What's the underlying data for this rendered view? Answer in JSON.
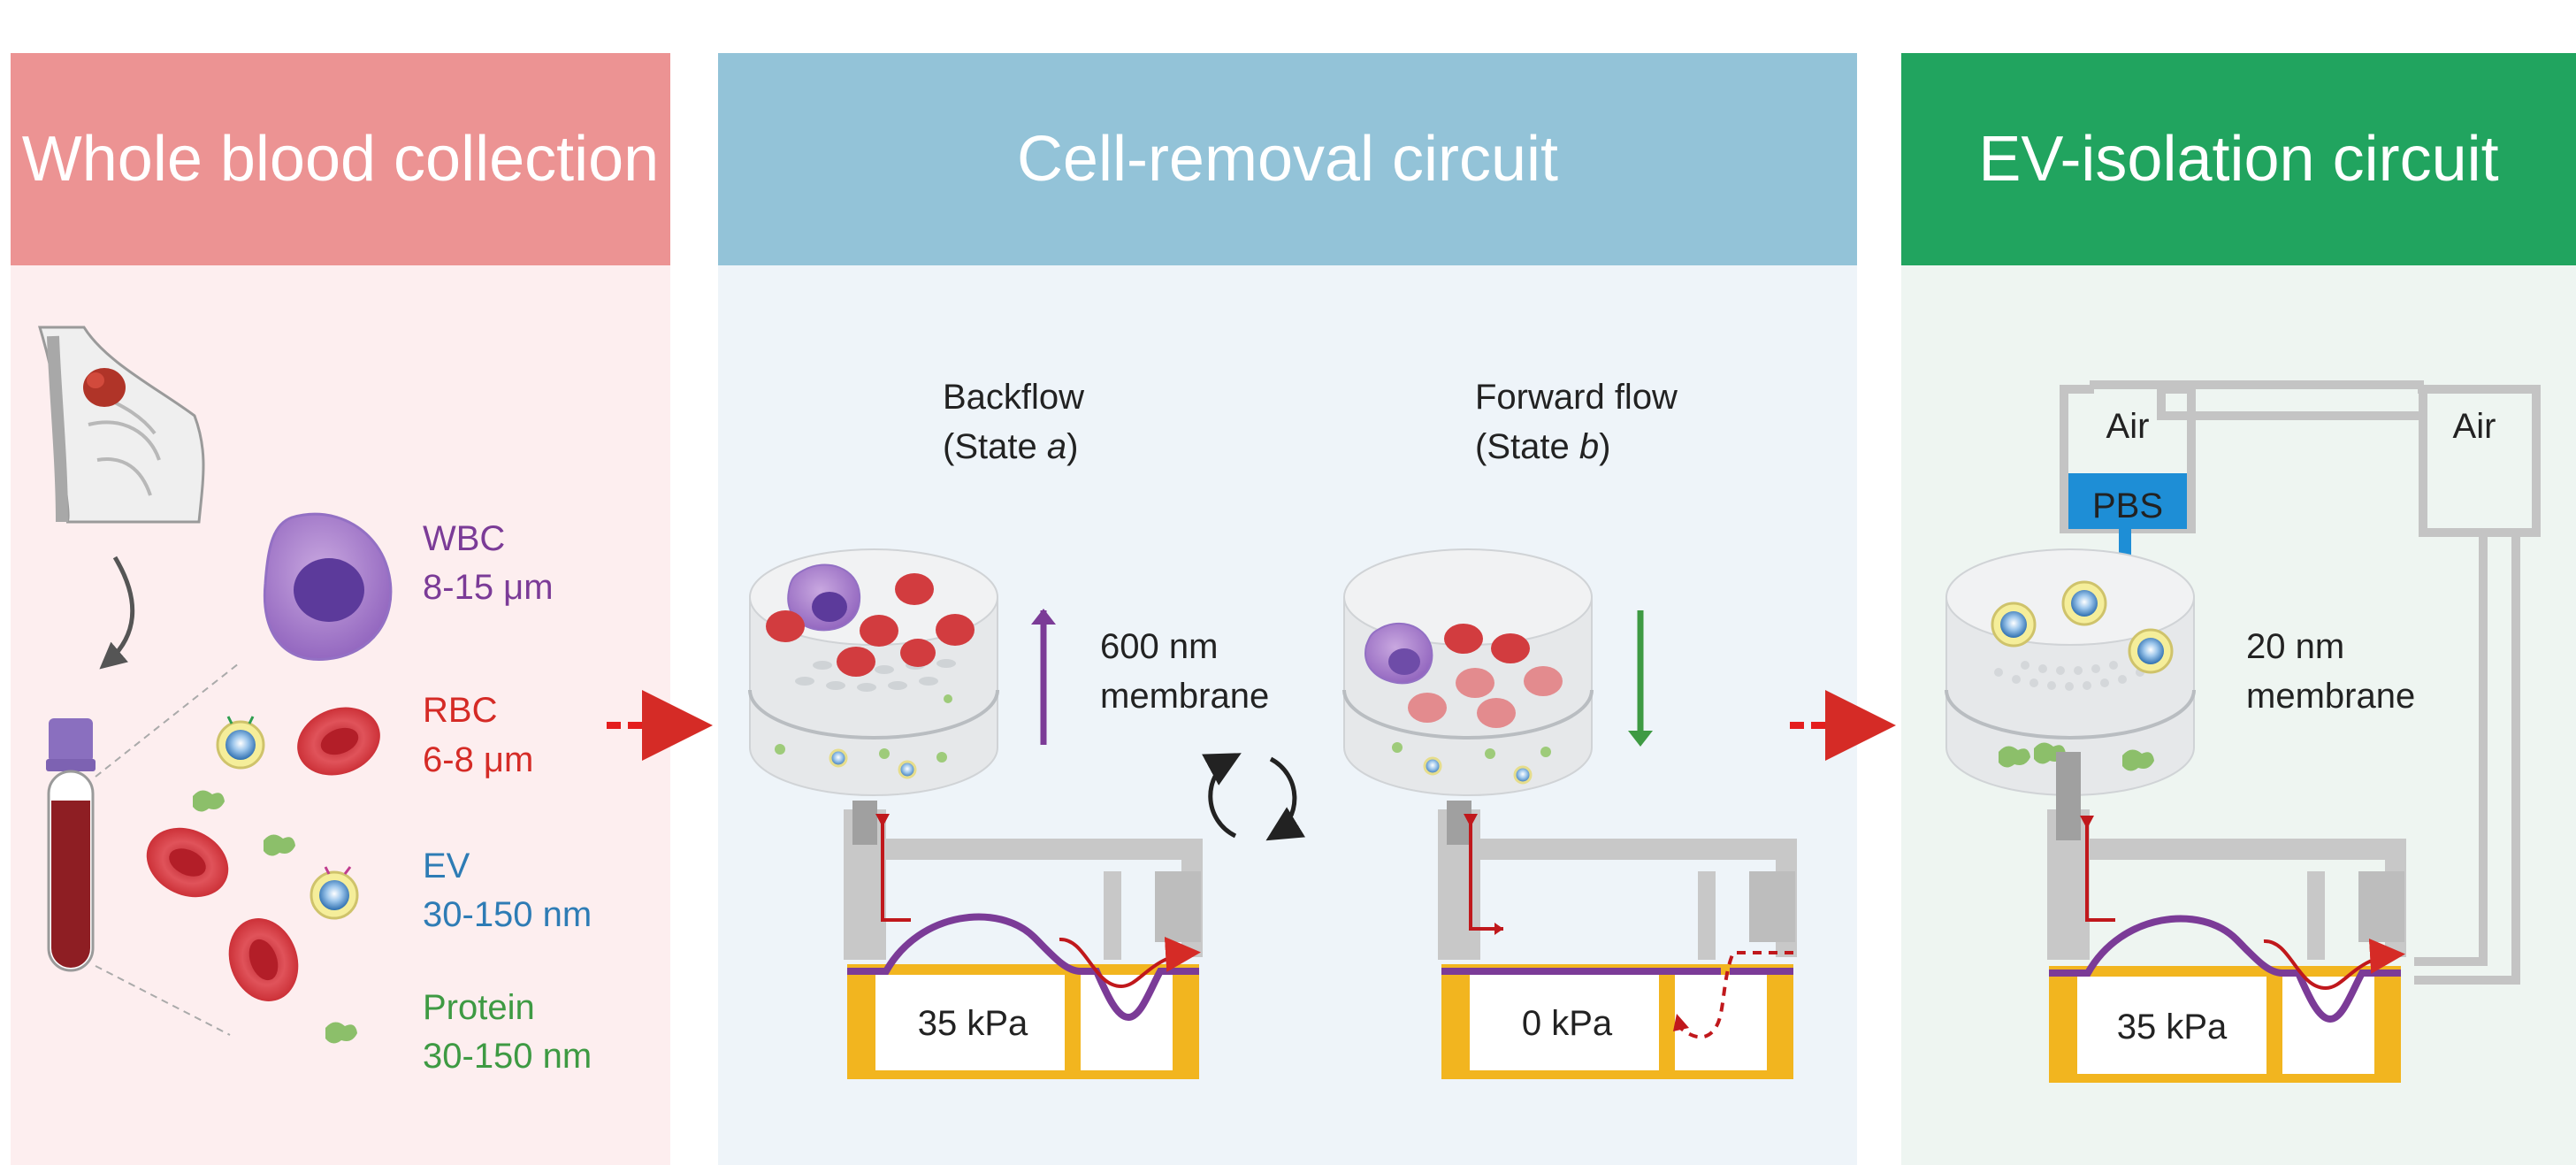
{
  "panels": {
    "blood": {
      "title": "Whole blood collection",
      "header_color": "#EC9393",
      "body_color": "#FDEEEF"
    },
    "cell_removal": {
      "title": "Cell-removal circuit",
      "header_color": "#93C3D8",
      "body_color": "#EEF4F9"
    },
    "ev_isolation": {
      "title": "EV-isolation circuit",
      "header_color": "#21A45F",
      "body_color": "#EEF5F1"
    }
  },
  "legend": {
    "wbc": {
      "name": "WBC",
      "size": "8-15 μm",
      "color": "#7B3B97"
    },
    "rbc": {
      "name": "RBC",
      "size": "6-8 μm",
      "color": "#D52B26"
    },
    "ev": {
      "name": "EV",
      "size": "30-150 nm",
      "color": "#2E7CB5"
    },
    "protein": {
      "name": "Protein",
      "size": "30-150 nm",
      "color": "#3E9A43"
    }
  },
  "cell_removal": {
    "state_a": {
      "line1": "Backflow",
      "line2_prefix": "(State ",
      "line2_var": "a",
      "line2_suffix": ")"
    },
    "state_b": {
      "line1": "Forward flow",
      "line2_prefix": "(State ",
      "line2_var": "b",
      "line2_suffix": ")"
    },
    "membrane": {
      "line1": "600 nm",
      "line2": "membrane"
    },
    "pressure_a": "35 kPa",
    "pressure_b": "0 kPa"
  },
  "ev_isolation": {
    "air_left": "Air",
    "air_right": "Air",
    "pbs": "PBS",
    "membrane": {
      "line1": "20 nm",
      "line2": "membrane"
    },
    "pressure": "35 kPa"
  },
  "colors": {
    "purple": "#7B3B97",
    "red": "#D52B26",
    "green": "#3E9A43",
    "gold": "#F2B51F",
    "grey": "#C8C8C8",
    "pbs": "#1E8ED6"
  }
}
